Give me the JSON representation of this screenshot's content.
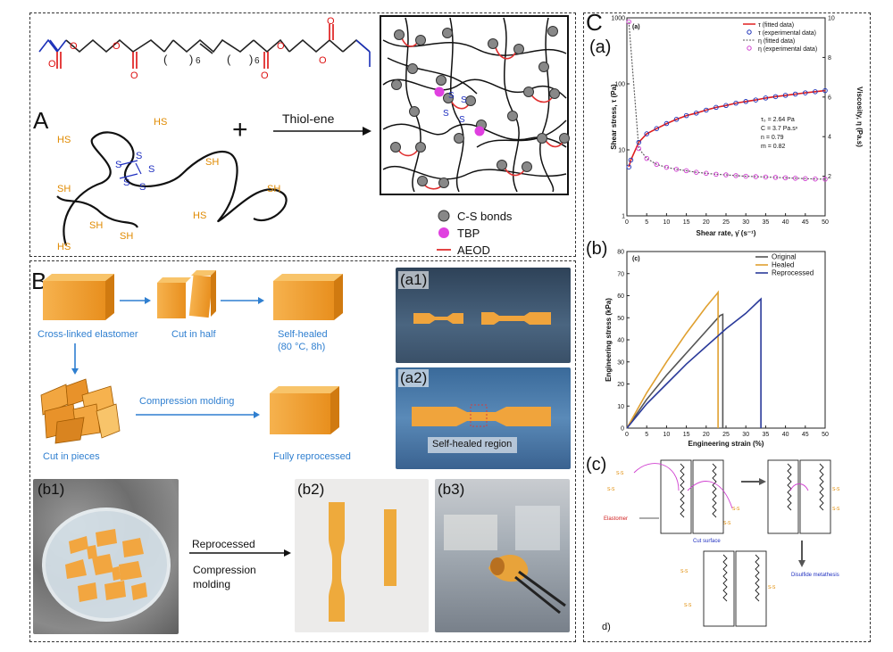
{
  "panelA": {
    "letter": "A",
    "reaction_label": "Thiol-ene",
    "plus": "+",
    "subscript_6a": "6",
    "subscript_6b": "6",
    "thiol_labels": [
      "HS",
      "HS",
      "SH",
      "SH",
      "SH",
      "HS",
      "SH",
      "HS",
      "SH"
    ],
    "legend": {
      "cs": "C-S bonds",
      "tbp": "TBP",
      "aeod": "AEOD"
    },
    "colors": {
      "acrylate": "#1a2fb8",
      "carbonyl_o": "#d11",
      "thiol": "#e08a00",
      "disulfide": "#2030c0",
      "tbp": "#e040e0",
      "aeod": "#e03030"
    }
  },
  "panelB": {
    "letter": "B",
    "steps": {
      "crosslinked": "Cross-linked elastomer",
      "cut_half": "Cut in half",
      "self_healed": "Self-healed",
      "self_healed_cond": "(80 °C, 8h)",
      "compression": "Compression molding",
      "cut_pieces": "Cut in pieces",
      "fully_reprocessed": "Fully reprocessed"
    },
    "photos": {
      "a1": "(a1)",
      "a2": "(a2)",
      "self_healed_region": "Self-healed region",
      "b1": "(b1)",
      "b2": "(b2)",
      "b3": "(b3)",
      "reprocessed": "Reprocessed",
      "compression_line1": "Compression",
      "compression_line2": "molding"
    },
    "colors": {
      "block": "#f2a640",
      "arrow": "#2f7fd0",
      "text": "#2f7fd0"
    }
  },
  "panelC": {
    "letter": "C",
    "sub_a": "(a)",
    "sub_b": "(b)",
    "sub_c": "(c)",
    "sub_d": "d)",
    "scheme_c": {
      "elastomer": "Elastomer",
      "cut_surface": "Cut surface",
      "metathesis": "Disulfide metathesis"
    }
  },
  "chart_data": [
    {
      "type": "scatter",
      "inner_label": "(a)",
      "xlabel": "Shear rate, γ̇ (s⁻¹)",
      "ylabel": "Shear stress, τ (Pa)",
      "ylabel_right": "Viscosity, η (Pa.s)",
      "xlim": [
        0,
        50
      ],
      "ylim": [
        1,
        1000
      ],
      "ylim_right": [
        0,
        10
      ],
      "y_scale": "log",
      "x_ticks": [
        0,
        5,
        10,
        15,
        20,
        25,
        30,
        35,
        40,
        45,
        50
      ],
      "y_ticks": [
        "1",
        "10",
        "100",
        "1000"
      ],
      "y_right_ticks": [
        2,
        4,
        6,
        8,
        10
      ],
      "annotations": [
        "τ₀ = 2.64 Pa",
        "C = 3.7 Pa.sⁿ",
        "n = 0.79",
        "m = 0.82"
      ],
      "legend": [
        "τ (fitted data)",
        "τ (experimental data)",
        "η (fitted data)",
        "η (experimental data)"
      ],
      "series": [
        {
          "name": "τ (experimental data)",
          "axis": "left",
          "x": [
            0.5,
            1,
            3,
            5,
            7.5,
            10,
            12.5,
            15,
            17.5,
            20,
            22.5,
            25,
            27.5,
            30,
            32.5,
            35,
            37.5,
            40,
            42.5,
            45,
            47.5,
            50
          ],
          "values": [
            5.5,
            7,
            13,
            17.5,
            21,
            25,
            29,
            33,
            36,
            40,
            44,
            47,
            51,
            54,
            57,
            61,
            64,
            67,
            70,
            73,
            76,
            79
          ]
        },
        {
          "name": "η (experimental data)",
          "axis": "right",
          "x": [
            0.5,
            3,
            5,
            7.5,
            10,
            12.5,
            15,
            17.5,
            20,
            22.5,
            25,
            27.5,
            30,
            32.5,
            35,
            37.5,
            40,
            42.5,
            45,
            47.5,
            50
          ],
          "values": [
            9.8,
            3.4,
            2.9,
            2.6,
            2.45,
            2.35,
            2.28,
            2.2,
            2.15,
            2.1,
            2.07,
            2.03,
            2.0,
            1.98,
            1.96,
            1.94,
            1.92,
            1.9,
            1.88,
            1.86,
            1.85
          ]
        }
      ]
    },
    {
      "type": "line",
      "inner_label": "(c)",
      "xlabel": "Engineering strain (%)",
      "ylabel": "Engineering stress (kPa)",
      "xlim": [
        0,
        50
      ],
      "ylim": [
        0,
        80
      ],
      "x_ticks": [
        0,
        5,
        10,
        15,
        20,
        25,
        30,
        35,
        40,
        45,
        50
      ],
      "y_ticks": [
        0,
        10,
        20,
        30,
        40,
        50,
        60,
        70,
        80
      ],
      "series": [
        {
          "name": "Original",
          "color": "#555555",
          "x": [
            0,
            5,
            10,
            15,
            20,
            23.5,
            24.2,
            24.2
          ],
          "values": [
            0,
            13,
            24,
            34,
            44,
            51,
            51.5,
            0
          ]
        },
        {
          "name": "Healed",
          "color": "#e0a030",
          "x": [
            0,
            5,
            10,
            15,
            20,
            22.8,
            23.0,
            23.0
          ],
          "values": [
            0,
            16,
            30,
            43,
            55,
            61,
            61.5,
            0
          ]
        },
        {
          "name": "Reprocessed",
          "color": "#2a3a9a",
          "x": [
            0,
            5,
            10,
            15,
            20,
            25,
            30,
            33.5,
            33.8,
            33.8
          ],
          "values": [
            0,
            11,
            20,
            29,
            37,
            45,
            52,
            58,
            58.5,
            0
          ]
        }
      ]
    }
  ]
}
